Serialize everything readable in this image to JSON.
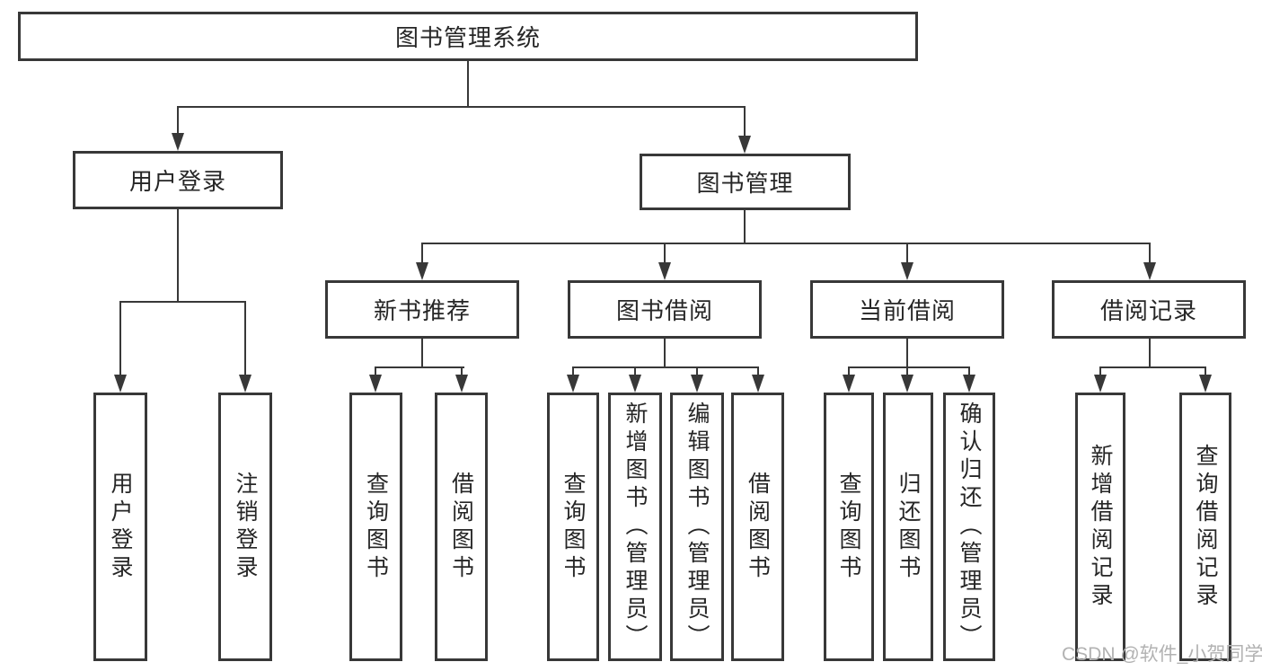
{
  "tree": {
    "root": {
      "label": "图书管理系统",
      "children": [
        {
          "label": "用户登录",
          "children": [
            {
              "label": "用户登录"
            },
            {
              "label": "注销登录"
            }
          ]
        },
        {
          "label": "图书管理",
          "children": [
            {
              "label": "新书推荐",
              "children": [
                {
                  "label": "查询图书"
                },
                {
                  "label": "借阅图书"
                }
              ]
            },
            {
              "label": "图书借阅",
              "children": [
                {
                  "label": "查询图书"
                },
                {
                  "label": "新增图书（管理员）"
                },
                {
                  "label": "编辑图书（管理员）"
                },
                {
                  "label": "借阅图书"
                }
              ]
            },
            {
              "label": "当前借阅",
              "children": [
                {
                  "label": "查询图书"
                },
                {
                  "label": "归还图书"
                },
                {
                  "label": "确认归还（管理员）"
                }
              ]
            },
            {
              "label": "借阅记录",
              "children": [
                {
                  "label": "新增借阅记录"
                },
                {
                  "label": "查询借阅记录"
                }
              ]
            }
          ]
        }
      ]
    }
  },
  "watermark": {
    "text": "CSDN @软件_小贺同学"
  },
  "colors": {
    "line": "#383838",
    "text": "#262626",
    "watermark": "#b2b2b2",
    "background": "#ffffff"
  }
}
